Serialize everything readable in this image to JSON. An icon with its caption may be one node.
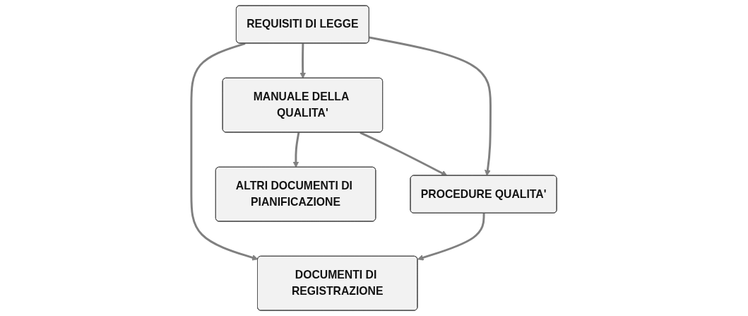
{
  "diagram": {
    "nodes": [
      {
        "text": [
          "MANUALE DELLA QUALITA'"
        ]
      },
      {
        "text": [
          "REQUISITI DI LEGGE"
        ]
      },
      {
        "text": [
          "PROCEDURE QUALITA'"
        ]
      },
      {
        "text": [
          "ALTRI DOCUMENTI DI PIANIFICAZIONE"
        ]
      },
      {
        "text": [
          "DOCUMENTI DI REGISTRAZIONE"
        ]
      }
    ],
    "edges": [
      {
        "from": 0,
        "to": 3,
        "arrow": "to"
      },
      {
        "from": 0,
        "to": 2,
        "arrow": "to"
      },
      {
        "from": 1,
        "to": 0,
        "arrow": "to"
      },
      {
        "from": 1,
        "to": 2,
        "arrow": "to"
      },
      {
        "from": 1,
        "to": 4,
        "arrow": "to"
      },
      {
        "from": 2,
        "to": 4,
        "arrow": "to"
      }
    ]
  }
}
